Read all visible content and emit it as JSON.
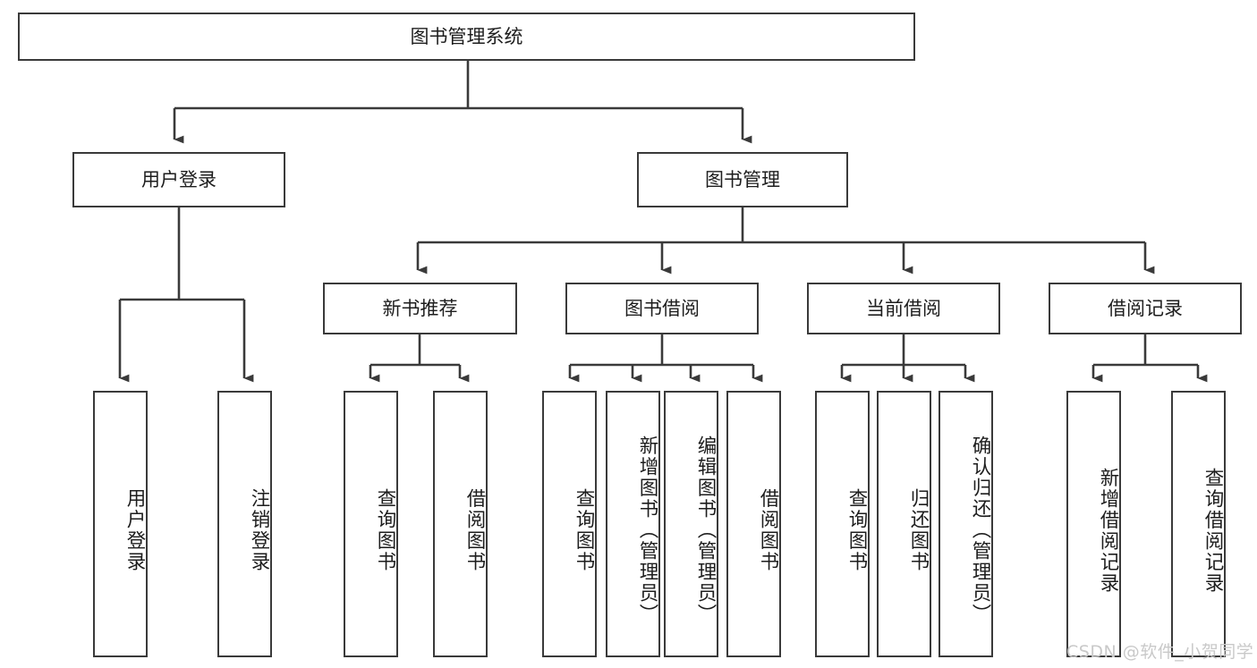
{
  "diagram": {
    "title": "图书管理系统",
    "type": "功能结构图",
    "colors": {
      "stroke": "#3a3a3a",
      "fill": "#ffffff",
      "text": "#1d1d1d",
      "watermark": "#c9c9c9"
    },
    "nodes": {
      "root": {
        "label": "图书管理系统"
      },
      "level1": [
        {
          "id": "user-login",
          "label": "用户登录"
        },
        {
          "id": "book-manage",
          "label": "图书管理"
        }
      ],
      "level2": [
        {
          "id": "new-book-recommend",
          "label": "新书推荐"
        },
        {
          "id": "book-borrow",
          "label": "图书借阅"
        },
        {
          "id": "current-borrow",
          "label": "当前借阅"
        },
        {
          "id": "borrow-record",
          "label": "借阅记录"
        }
      ],
      "leaves": {
        "user-login": [
          {
            "id": "leaf-user-login",
            "label": "用户登录"
          },
          {
            "id": "leaf-logout-login",
            "label": "注销登录"
          }
        ],
        "new-book-recommend": [
          {
            "id": "leaf-query-book-1",
            "label": "查询图书"
          },
          {
            "id": "leaf-borrow-book-1",
            "label": "借阅图书"
          }
        ],
        "book-borrow": [
          {
            "id": "leaf-query-book-2",
            "label": "查询图书"
          },
          {
            "id": "leaf-add-book",
            "label": "新增图书（管理员）"
          },
          {
            "id": "leaf-edit-book",
            "label": "编辑图书（管理员）"
          },
          {
            "id": "leaf-borrow-book-2",
            "label": "借阅图书"
          }
        ],
        "current-borrow": [
          {
            "id": "leaf-query-book-3",
            "label": "查询图书"
          },
          {
            "id": "leaf-return-book",
            "label": "归还图书"
          },
          {
            "id": "leaf-confirm-return",
            "label": "确认归还（管理员）"
          }
        ],
        "borrow-record": [
          {
            "id": "leaf-add-record",
            "label": "新增借阅记录"
          },
          {
            "id": "leaf-query-record",
            "label": "查询借阅记录"
          }
        ]
      }
    },
    "watermark": "CSDN @软件_小贺同学"
  }
}
